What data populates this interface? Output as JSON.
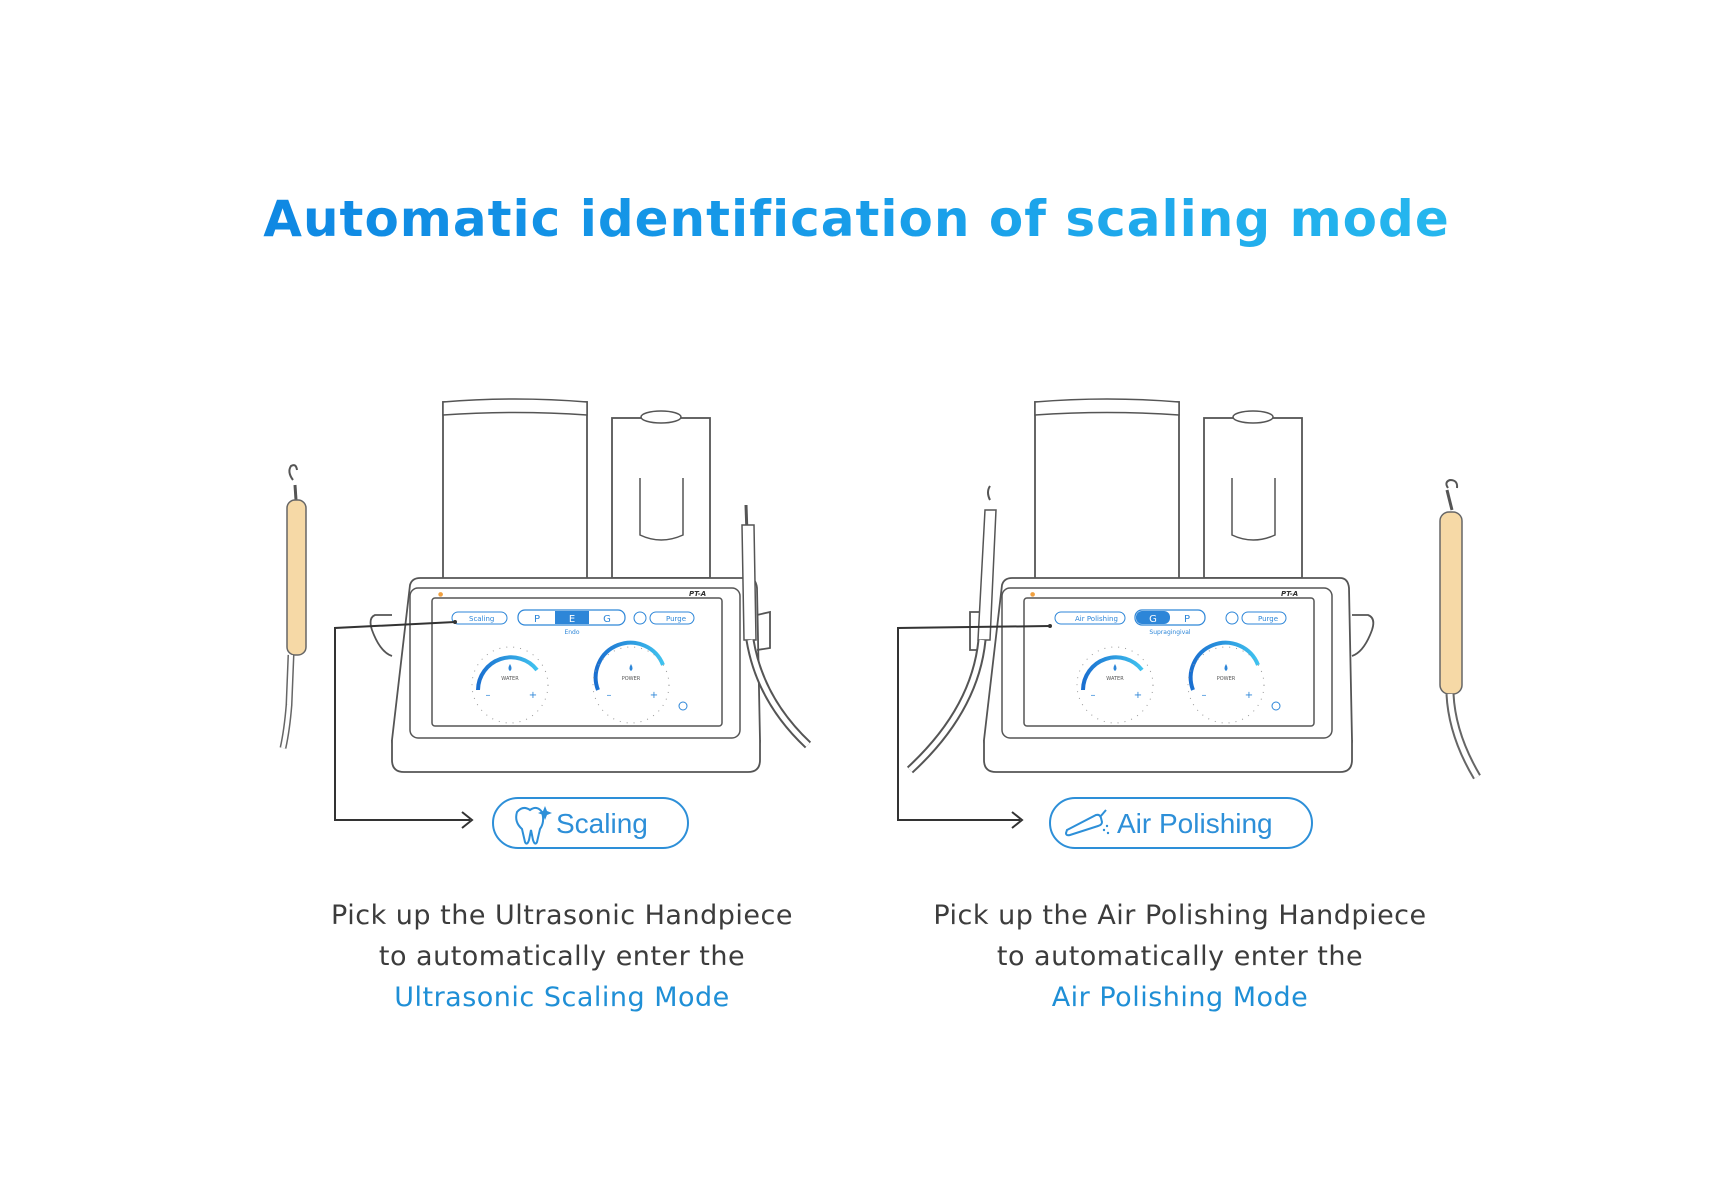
{
  "title": "Automatic identification of scaling mode",
  "colors": {
    "accent": "#1f8fd6",
    "title_start": "#0a7fe0",
    "title_end": "#2cc3f0",
    "handpiece": "#f6d9a6",
    "line": "#4a4a4a"
  },
  "left_panel": {
    "device_model": "PT-A",
    "screen": {
      "mode_button": "Scaling",
      "mode_icon": "tooth-icon",
      "segments": [
        "P",
        "E",
        "G"
      ],
      "selected_segment": "E",
      "sub_label": "Endo",
      "purge_label": "Purge",
      "dials": [
        {
          "label": "WATER",
          "level": 0.5
        },
        {
          "label": "POWER",
          "level": 0.6
        }
      ]
    },
    "pill": {
      "label": "Scaling",
      "icon": "tooth-sparkle-icon"
    },
    "caption": {
      "line1": "Pick up the Ultrasonic Handpiece",
      "line2": "to automatically enter the",
      "highlight": "Ultrasonic Scaling Mode"
    }
  },
  "right_panel": {
    "device_model": "PT-A",
    "screen": {
      "mode_button": "Air Polishing",
      "mode_icon": "air-polisher-icon",
      "segments": [
        "G",
        "P"
      ],
      "selected_segment": "G",
      "sub_label": "Supragingival",
      "purge_label": "Purge",
      "dials": [
        {
          "label": "WATER",
          "level": 0.5
        },
        {
          "label": "POWER",
          "level": 0.6
        }
      ]
    },
    "pill": {
      "label": "Air Polishing",
      "icon": "air-polisher-icon"
    },
    "caption": {
      "line1": "Pick up the Air Polishing Handpiece",
      "line2": "to automatically enter the",
      "highlight": "Air Polishing Mode"
    }
  }
}
